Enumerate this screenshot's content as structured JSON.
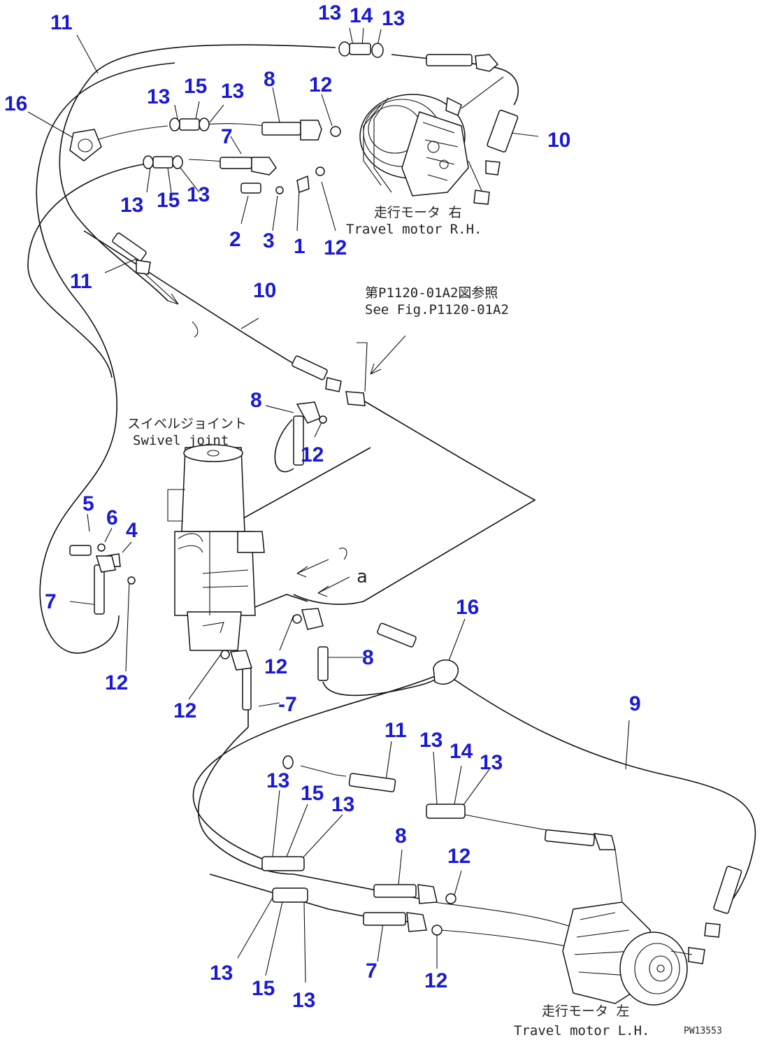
{
  "callouts": {
    "c13_top_a": "13",
    "c14_top": "14",
    "c13_top_b": "13",
    "c11_top": "11",
    "c16_top": "16",
    "c13_upper_a": "13",
    "c15_upper": "15",
    "c13_upper_b": "13",
    "c8_top": "8",
    "c12_top": "12",
    "c10_top": "10",
    "c7_top": "7",
    "c13_mid_a": "13",
    "c15_mid": "15",
    "c13_mid_b": "13",
    "c2": "2",
    "c3": "3",
    "c1": "1",
    "c12_rh": "12",
    "c11_mid": "11",
    "c10_mid": "10",
    "c8_swivel": "8",
    "c12_swivel": "12",
    "c5": "5",
    "c6": "6",
    "c4": "4",
    "c7_left": "7",
    "c12_left": "12",
    "c12_bottom_a": "12",
    "c12_bottom_b": "12",
    "c8_bottom": "8",
    "c7_bottom": "-7",
    "c16_bottom": "16",
    "c9": "9",
    "c11_low": "11",
    "c13_low_a": "13",
    "c14_low": "14",
    "c13_low_b": "13",
    "c13_lh_a": "13",
    "c15_lh": "15",
    "c13_lh_b": "13",
    "c8_lh": "8",
    "c12_lh": "12",
    "c13_lh_c": "13",
    "c15_lh_b": "15",
    "c13_lh_d": "13",
    "c7_lh": "7",
    "c12_lh_b": "12"
  },
  "captions": {
    "travel_motor_rh_jp": "走行モータ 右",
    "travel_motor_rh_en": "Travel motor R.H.",
    "see_fig_jp": "第P1120-01A2図参照",
    "see_fig_en": "See Fig.P1120-01A2",
    "swivel_jp": "スイベルジョイント",
    "swivel_en": "Swivel joint",
    "arrow_a": "a",
    "travel_motor_lh_jp": "走行モータ 左",
    "travel_motor_lh_en": "Travel motor L.H.",
    "drawing_no": "PW13553"
  },
  "colors": {
    "callout": "#1a1ad6",
    "line": "#111111"
  }
}
